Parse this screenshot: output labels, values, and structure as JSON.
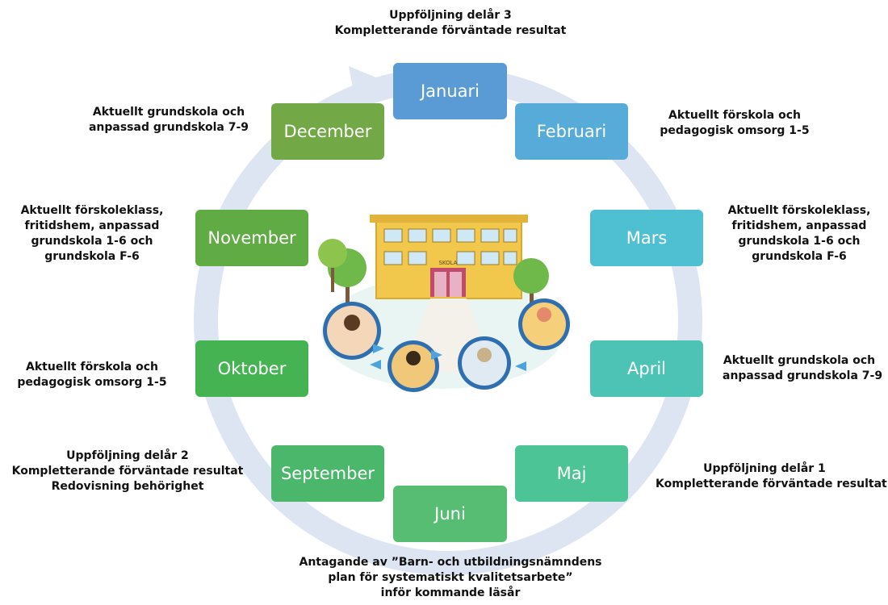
{
  "months": [
    {
      "label": "Januari",
      "color": "#5b9bd5"
    },
    {
      "label": "Februari",
      "color": "#56abd8"
    },
    {
      "label": "Mars",
      "color": "#4fbfd2"
    },
    {
      "label": "April",
      "color": "#4cc3b5"
    },
    {
      "label": "Maj",
      "color": "#4cc496"
    },
    {
      "label": "Juni",
      "color": "#57bd72"
    },
    {
      "label": "September",
      "color": "#4ab76a"
    },
    {
      "label": "Oktober",
      "color": "#46b352"
    },
    {
      "label": "November",
      "color": "#60ab44"
    },
    {
      "label": "December",
      "color": "#72a845"
    }
  ],
  "notes": {
    "januari": [
      "Uppföljning delår 3",
      "Kompletterande förväntade resultat"
    ],
    "februari": [
      "Aktuellt förskola och",
      "pedagogisk omsorg 1-5"
    ],
    "mars": [
      "Aktuellt förskoleklass,",
      "fritidshem, anpassad",
      "grundskola 1-6 och",
      "grundskola F-6"
    ],
    "april": [
      "Aktuellt grundskola och",
      "anpassad grundskola 7-9"
    ],
    "maj": [
      "Uppföljning delår 1",
      "Kompletterande förväntade resultat"
    ],
    "juni": [
      "Antagande av ”Barn- och utbildningsnämndens",
      "plan för systematiskt kvalitetsarbete”",
      "inför kommande läsår"
    ],
    "september": [
      "Uppföljning delår 2",
      "Kompletterande förväntade resultat",
      "Redovisning behörighet"
    ],
    "oktober": [
      "Aktuellt förskola och",
      "pedagogisk omsorg 1-5"
    ],
    "november": [
      "Aktuellt förskoleklass,",
      "fritidshem, anpassad",
      "grundskola 1-6 och",
      "grundskola F-6"
    ],
    "december": [
      "Aktuellt grundskola och",
      "anpassad grundskola 7-9"
    ]
  },
  "illustration": {
    "school_sign": "SKOLA"
  },
  "colors": {
    "ring": "#dde4f2",
    "arrow": "#4fa3dc"
  }
}
